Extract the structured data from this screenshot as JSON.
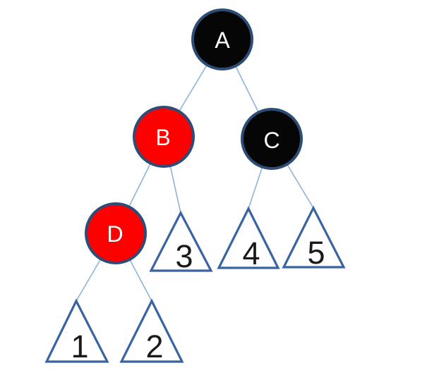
{
  "diagram": {
    "type": "binary-tree",
    "description": "red-black tree with internal nodes A-D and leaf triangles 1-5",
    "nodes": {
      "a": {
        "label": "A",
        "fill_color_name": "black"
      },
      "b": {
        "label": "B",
        "fill_color_name": "red"
      },
      "c": {
        "label": "C",
        "fill_color_name": "black"
      },
      "d": {
        "label": "D",
        "fill_color_name": "red"
      }
    },
    "leaves": {
      "t1": {
        "label": "1"
      },
      "t2": {
        "label": "2"
      },
      "t3": {
        "label": "3"
      },
      "t4": {
        "label": "4"
      },
      "t5": {
        "label": "5"
      }
    },
    "edges": [
      {
        "from": "A",
        "to": "B"
      },
      {
        "from": "A",
        "to": "C"
      },
      {
        "from": "B",
        "to": "D"
      },
      {
        "from": "B",
        "to": "3"
      },
      {
        "from": "C",
        "to": "4"
      },
      {
        "from": "C",
        "to": "5"
      },
      {
        "from": "D",
        "to": "1"
      },
      {
        "from": "D",
        "to": "2"
      }
    ],
    "colors": {
      "node_black_fill": "#060606",
      "node_red_fill": "#fd0000",
      "node_border": "#2e4d76",
      "triangle_border": "#3a64a1",
      "triangle_fill": "#ffffff",
      "edge_line": "#8eb3de",
      "node_label": "#ffffff",
      "leaf_label": "#1a1a1a",
      "background": "#ffffff"
    }
  }
}
